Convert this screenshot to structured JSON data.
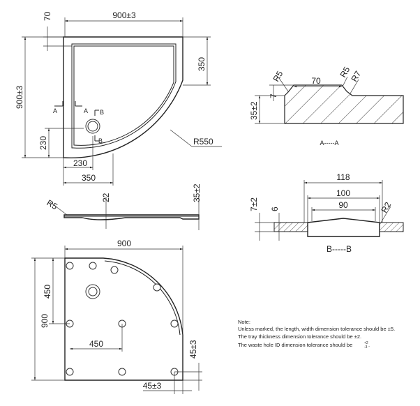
{
  "plan_view": {
    "width_label": "900±3",
    "height_label": "900±3",
    "rim_label": "70",
    "straight_label": "350",
    "bottom_offset_label": "230",
    "waste_x_label": "230",
    "bottom_width_label": "350",
    "radius_label": "R550",
    "section_a_left": "A",
    "section_a_right": "A",
    "section_b_top": "B",
    "section_b_bottom": "B"
  },
  "side_view": {
    "radius_label": "R5",
    "depth_label": "22",
    "height_label": "35±2"
  },
  "bottom_view": {
    "width_label": "900",
    "height_label": "900",
    "half_height_label": "450",
    "half_width_label": "450",
    "foot_offset_v_label": "45±3",
    "foot_offset_h_label": "45±3"
  },
  "section_aa": {
    "r5_label": "R5",
    "width_label": "70",
    "r5b_label": "R5",
    "r7_label": "R7",
    "rim_h_label": "7",
    "height_label": "35±2",
    "title": "A-----A"
  },
  "section_bb": {
    "outer_label": "118",
    "mid_label": "100",
    "inner_label": "90",
    "radius_label": "R2",
    "height_label": "7±2",
    "depth_label": "6",
    "title": "B-----B"
  },
  "notes": {
    "heading": "Note:",
    "line1": "Unless marked, the length, width dimension tolerance should be ±5.",
    "line2": "The tray thickness dimension tolerance should be ±2.",
    "line3": "The waste hole ID dimension tolerance should be",
    "line3_tol_upper": "+2",
    "line3_tol_lower": "-3",
    "line3_end": "."
  }
}
